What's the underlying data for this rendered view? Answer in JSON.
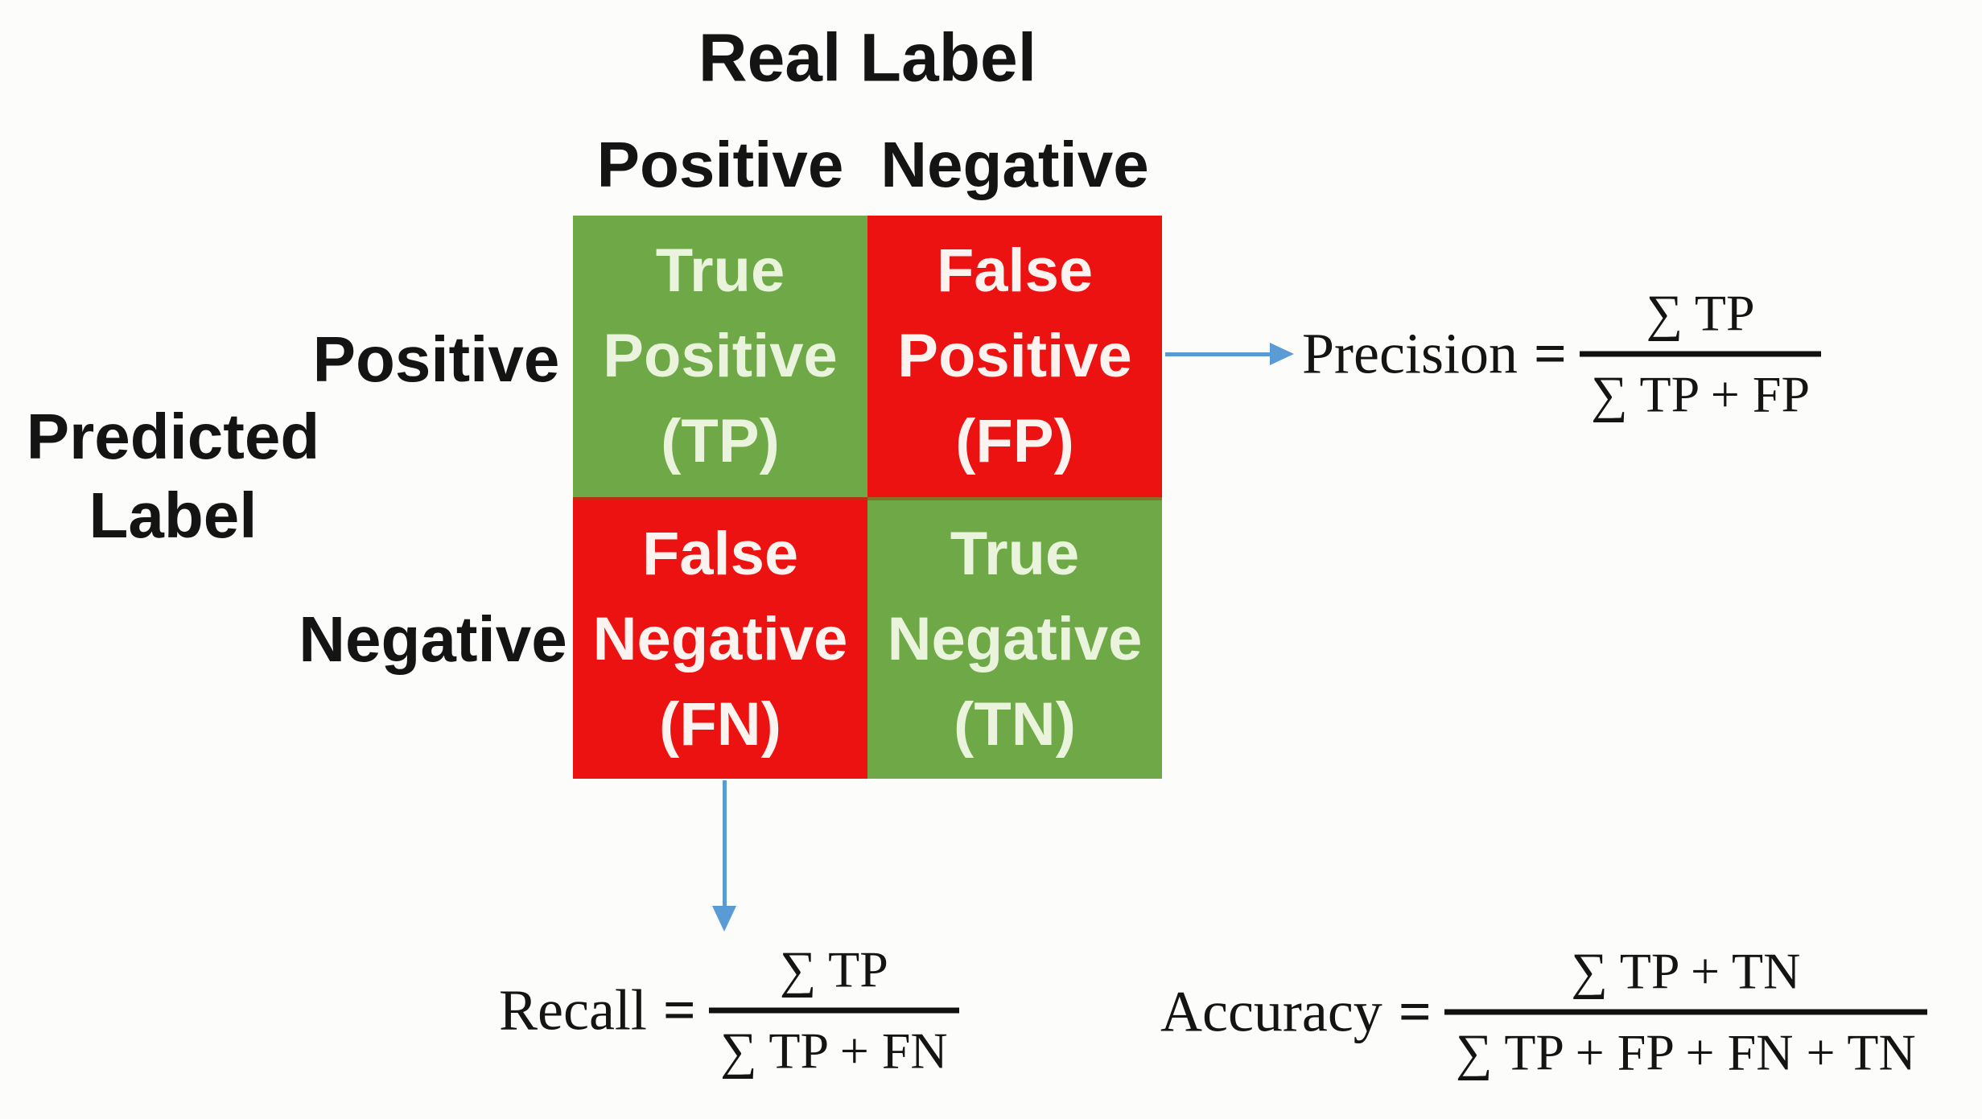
{
  "diagram": {
    "top_axis_title": "Real Label",
    "left_axis_title_line1": "Predicted",
    "left_axis_title_line2": "Label",
    "column_headers": {
      "positive": "Positive",
      "negative": "Negative"
    },
    "row_headers": {
      "positive": "Positive",
      "negative": "Negative"
    }
  },
  "matrix": {
    "cells": [
      {
        "id": "true-positive",
        "line1": "True",
        "line2": "Positive",
        "line3": "(TP)",
        "background": "#6fa846",
        "text_color": "#eaf3dc"
      },
      {
        "id": "false-positive",
        "line1": "False",
        "line2": "Positive",
        "line3": "(FP)",
        "background": "#ec1212",
        "text_color": "#faf3ef"
      },
      {
        "id": "false-negative",
        "line1": "False",
        "line2": "Negative",
        "line3": "(FN)",
        "background": "#ec1212",
        "text_color": "#faf3ef"
      },
      {
        "id": "true-negative",
        "line1": "True",
        "line2": "Negative",
        "line3": "(TN)",
        "background": "#6fa846",
        "text_color": "#eaf3dc"
      }
    ]
  },
  "formulas": {
    "precision": {
      "label": "Precision",
      "equals": "=",
      "numerator": "∑ TP",
      "denominator": "∑ TP + FP"
    },
    "recall": {
      "label": "Recall",
      "equals": "=",
      "numerator": "∑ TP",
      "denominator": "∑ TP + FN"
    },
    "accuracy": {
      "label": "Accuracy",
      "equals": "=",
      "numerator": "∑ TP + TN",
      "denominator": "∑ TP + FP + FN + TN"
    }
  },
  "colors": {
    "cell_green": "#6fa846",
    "cell_red": "#ec1212",
    "arrow_blue": "#5b9bd5",
    "text_black": "#141414",
    "background": "#fcfcfa"
  }
}
